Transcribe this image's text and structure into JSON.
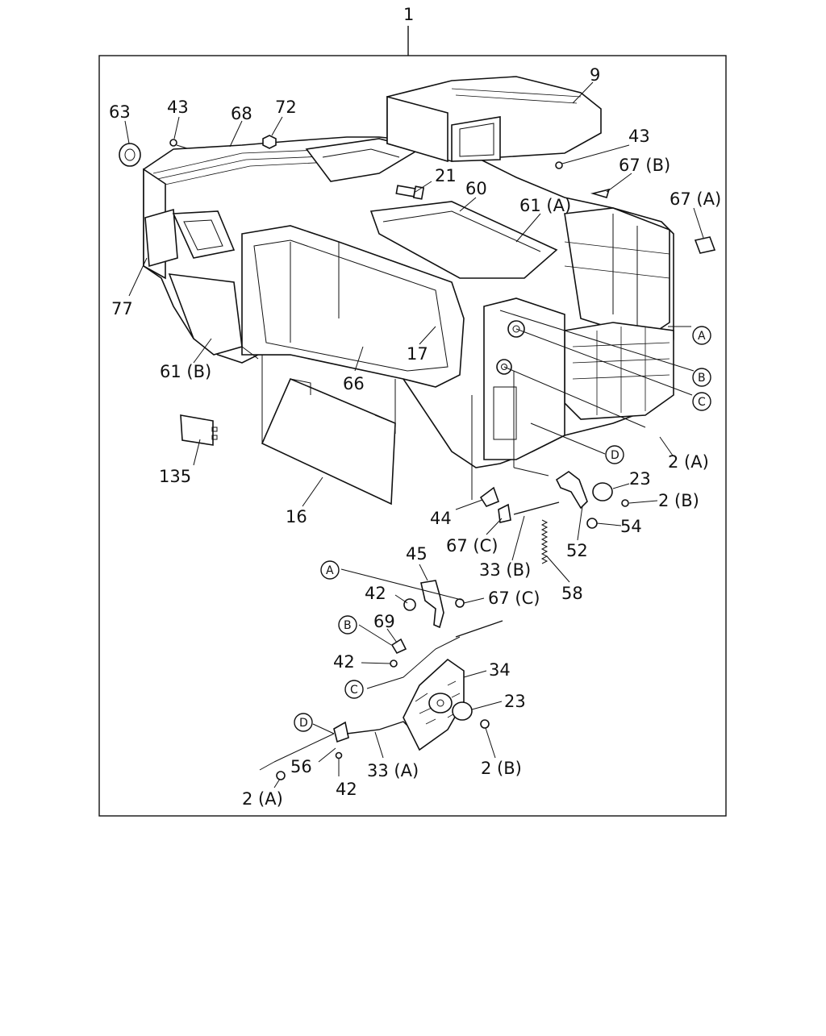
{
  "diagram": {
    "assembly_number": "1",
    "part_labels": {
      "p9": "9",
      "p63": "63",
      "p43a": "43",
      "p68": "68",
      "p72": "72",
      "p43b": "43",
      "p67b": "67 (B)",
      "p21": "21",
      "p60": "60",
      "p61a": "61 (A)",
      "p67a": "67 (A)",
      "p77": "77",
      "p17": "17",
      "p61b": "61 (B)",
      "p66": "66",
      "p2a_top": "2 (A)",
      "p135": "135",
      "p16": "16",
      "p23a": "23",
      "p2b_top": "2 (B)",
      "p44": "44",
      "p54": "54",
      "p67c_a": "67 (C)",
      "p52": "52",
      "p33b": "33 (B)",
      "p58": "58",
      "p45": "45",
      "p42a": "42",
      "p67c_b": "67 (C)",
      "p69": "69",
      "p42b": "42",
      "p34": "34",
      "p23b": "23",
      "p56": "56",
      "p33a": "33 (A)",
      "p2b_bottom": "2 (B)",
      "p2a_bottom": "2 (A)",
      "p42c": "42"
    },
    "reference_markers": {
      "a_right": "A",
      "b_right": "B",
      "c_right": "C",
      "d_right": "D",
      "a_left": "A",
      "b_left": "B",
      "c_left": "C",
      "d_left": "D"
    }
  }
}
